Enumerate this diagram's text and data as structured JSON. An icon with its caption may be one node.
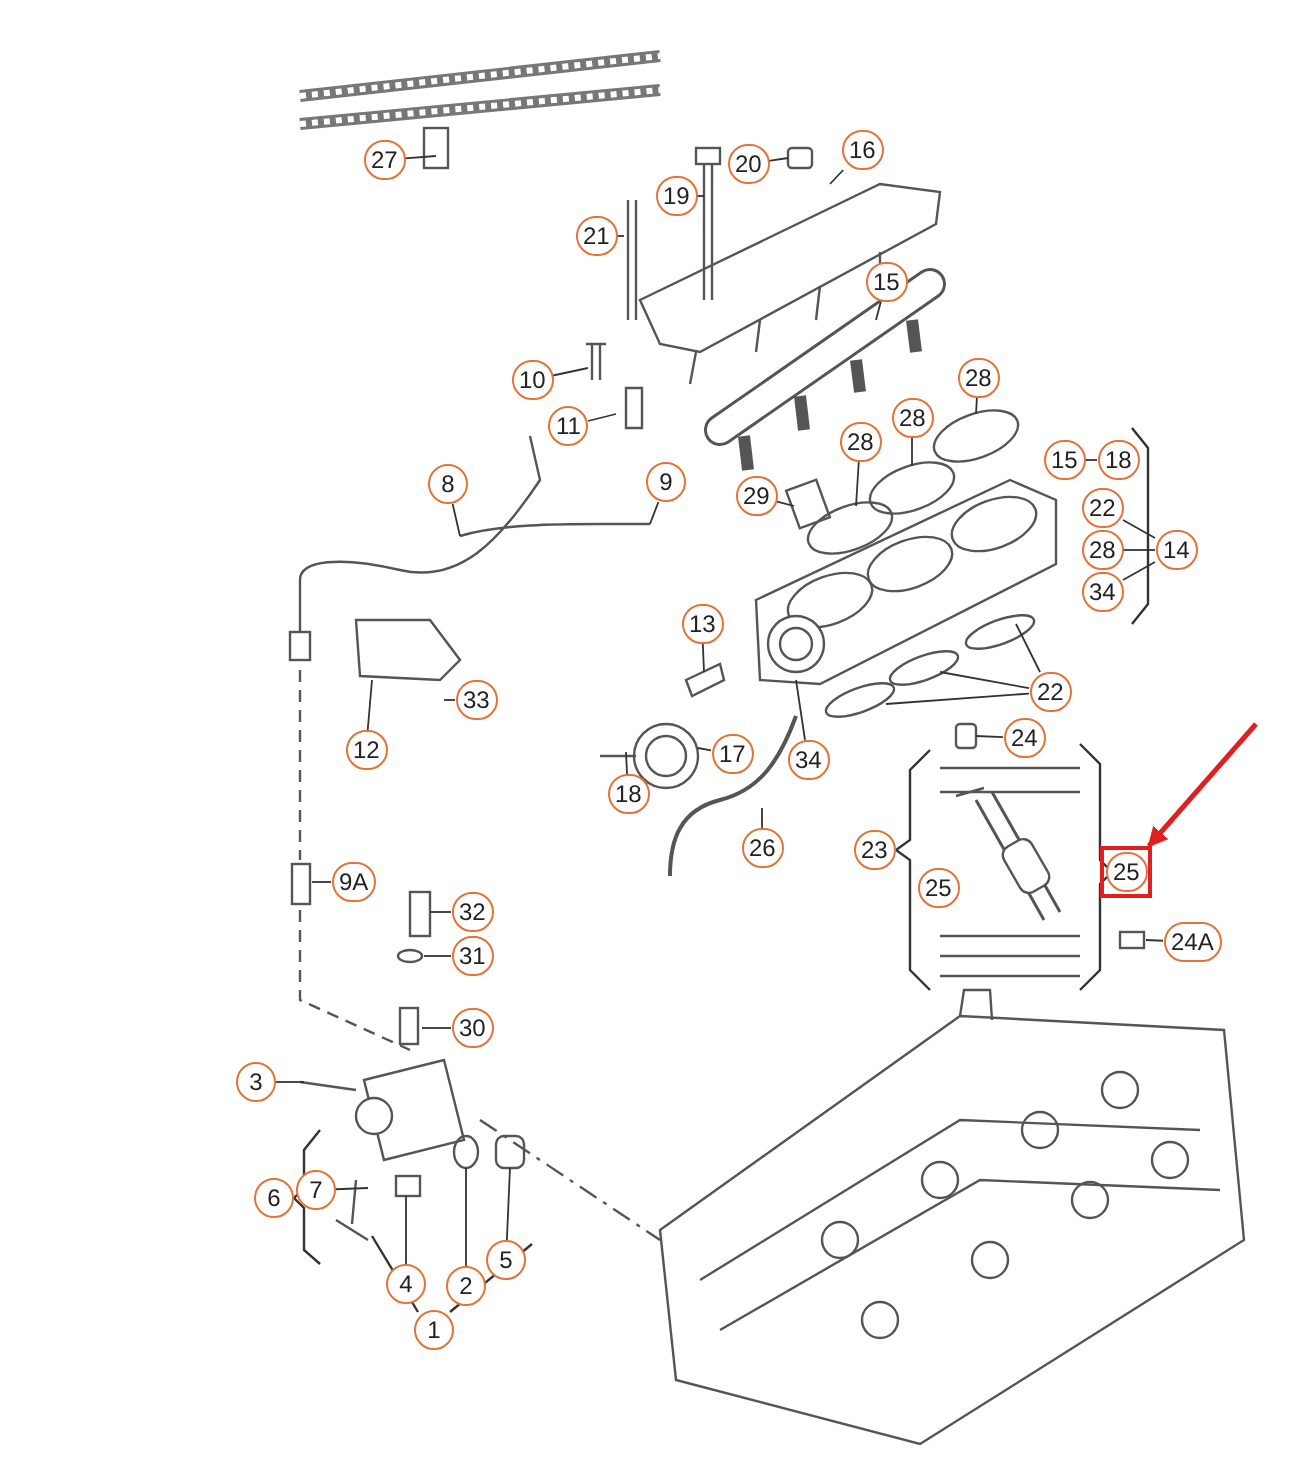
{
  "diagram": {
    "nodes": [
      {
        "text": [
          "27"
        ]
      },
      {
        "text": [
          "16"
        ]
      },
      {
        "text": [
          "20"
        ]
      },
      {
        "text": [
          "19"
        ]
      },
      {
        "text": [
          "21"
        ]
      },
      {
        "text": [
          "15"
        ]
      },
      {
        "text": [
          "10"
        ]
      },
      {
        "text": [
          "28"
        ]
      },
      {
        "text": [
          "11"
        ]
      },
      {
        "text": [
          "28"
        ]
      },
      {
        "text": [
          "28"
        ]
      },
      {
        "text": [
          "15"
        ]
      },
      {
        "text": [
          "18"
        ]
      },
      {
        "text": [
          "8"
        ]
      },
      {
        "text": [
          "9"
        ]
      },
      {
        "text": [
          "29"
        ]
      },
      {
        "text": [
          "22"
        ]
      },
      {
        "text": [
          "14"
        ]
      },
      {
        "text": [
          "28"
        ]
      },
      {
        "text": [
          "34"
        ]
      },
      {
        "text": [
          "13"
        ]
      },
      {
        "text": [
          "22"
        ]
      },
      {
        "text": [
          "33"
        ]
      },
      {
        "text": [
          "24"
        ]
      },
      {
        "text": [
          "12"
        ]
      },
      {
        "text": [
          "17"
        ]
      },
      {
        "text": [
          "34"
        ]
      },
      {
        "text": [
          "18"
        ]
      },
      {
        "text": [
          "26"
        ]
      },
      {
        "text": [
          "23"
        ]
      },
      {
        "text": [
          "25"
        ]
      },
      {
        "text": [
          "9A"
        ]
      },
      {
        "text": [
          "25"
        ]
      },
      {
        "text": [
          "32"
        ]
      },
      {
        "text": [
          "24A"
        ]
      },
      {
        "text": [
          "31"
        ]
      },
      {
        "text": [
          "30"
        ]
      },
      {
        "text": [
          "3"
        ]
      },
      {
        "text": [
          "7"
        ]
      },
      {
        "text": [
          "6"
        ]
      },
      {
        "text": [
          "5"
        ]
      },
      {
        "text": [
          "4"
        ]
      },
      {
        "text": [
          "2"
        ]
      },
      {
        "text": [
          "1"
        ]
      }
    ],
    "edges": [
      {
        "from": 0,
        "to": null,
        "arrow": "none"
      },
      {
        "from": 1,
        "to": null,
        "arrow": "none"
      },
      {
        "from": 2,
        "to": null,
        "arrow": "none"
      },
      {
        "from": 3,
        "to": null,
        "arrow": "none"
      },
      {
        "from": 4,
        "to": null,
        "arrow": "none"
      },
      {
        "from": 5,
        "to": null,
        "arrow": "none"
      },
      {
        "from": 6,
        "to": null,
        "arrow": "none"
      },
      {
        "from": 7,
        "to": null,
        "arrow": "none"
      },
      {
        "from": 8,
        "to": null,
        "arrow": "none"
      },
      {
        "from": 9,
        "to": null,
        "arrow": "none"
      },
      {
        "from": 10,
        "to": null,
        "arrow": "none"
      },
      {
        "from": 13,
        "to": null,
        "arrow": "none"
      },
      {
        "from": 14,
        "to": null,
        "arrow": "none"
      },
      {
        "from": 15,
        "to": null,
        "arrow": "none"
      },
      {
        "from": 20,
        "to": null,
        "arrow": "none"
      },
      {
        "from": 21,
        "to": null,
        "arrow": "none"
      },
      {
        "from": 21,
        "to": null,
        "arrow": "none"
      },
      {
        "from": 21,
        "to": null,
        "arrow": "none"
      },
      {
        "from": 22,
        "to": null,
        "arrow": "none"
      },
      {
        "from": 23,
        "to": null,
        "arrow": "none"
      },
      {
        "from": 24,
        "to": null,
        "arrow": "none"
      },
      {
        "from": 25,
        "to": null,
        "arrow": "none"
      },
      {
        "from": 26,
        "to": null,
        "arrow": "none"
      },
      {
        "from": 27,
        "to": null,
        "arrow": "none"
      },
      {
        "from": 28,
        "to": null,
        "arrow": "none"
      },
      {
        "from": 31,
        "to": null,
        "arrow": "none"
      },
      {
        "from": 33,
        "to": null,
        "arrow": "none"
      },
      {
        "from": 35,
        "to": null,
        "arrow": "none"
      },
      {
        "from": 34,
        "to": null,
        "arrow": "none"
      },
      {
        "from": 36,
        "to": null,
        "arrow": "none"
      },
      {
        "from": 37,
        "to": null,
        "arrow": "none"
      },
      {
        "from": 38,
        "to": null,
        "arrow": "none"
      },
      {
        "from": 41,
        "to": null,
        "arrow": "none"
      },
      {
        "from": 42,
        "to": null,
        "arrow": "none"
      },
      {
        "from": 40,
        "to": null,
        "arrow": "none"
      },
      {
        "from": null,
        "to": 30,
        "arrow": "to",
        "style": "thick",
        "color": "#e02020"
      },
      {
        "from": 17,
        "to": 16,
        "arrow": "none"
      },
      {
        "from": 17,
        "to": 18,
        "arrow": "none"
      },
      {
        "from": 17,
        "to": 19,
        "arrow": "none"
      },
      {
        "from": 11,
        "to": 12,
        "arrow": "none"
      }
    ]
  }
}
